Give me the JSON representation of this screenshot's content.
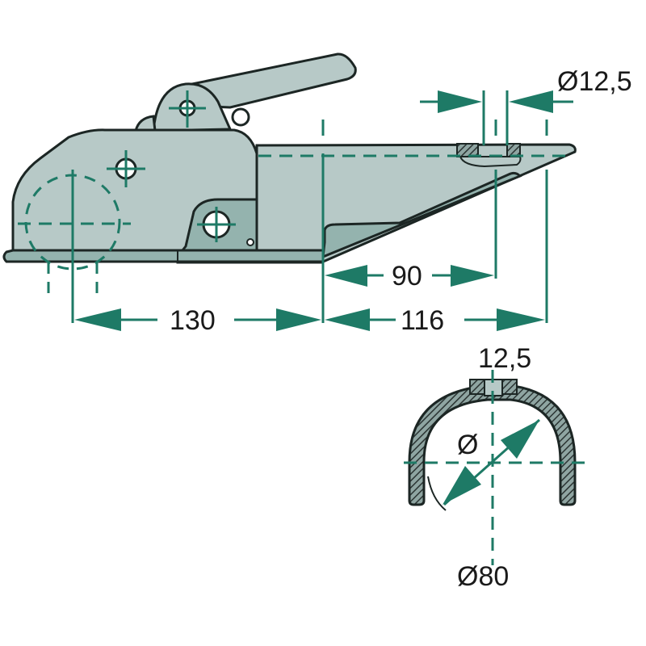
{
  "diagram": {
    "title": "Ball coupling head technical drawing",
    "colors": {
      "body_fill": "#b7c9c7",
      "body_dark_fill": "#94b3ae",
      "outline": "#1c2624",
      "dimension": "#1e7a66",
      "hatch_fill": "#4e5a58"
    },
    "dimensions": {
      "hole_diameter": "Ø12,5",
      "dist_ball_to_front": "130",
      "dist_front_to_end": "116",
      "dist_front_to_hole": "90",
      "section_hole": "12,5",
      "section_diameter_symbol": "Ø",
      "section_tube_diameter": "Ø80"
    }
  }
}
